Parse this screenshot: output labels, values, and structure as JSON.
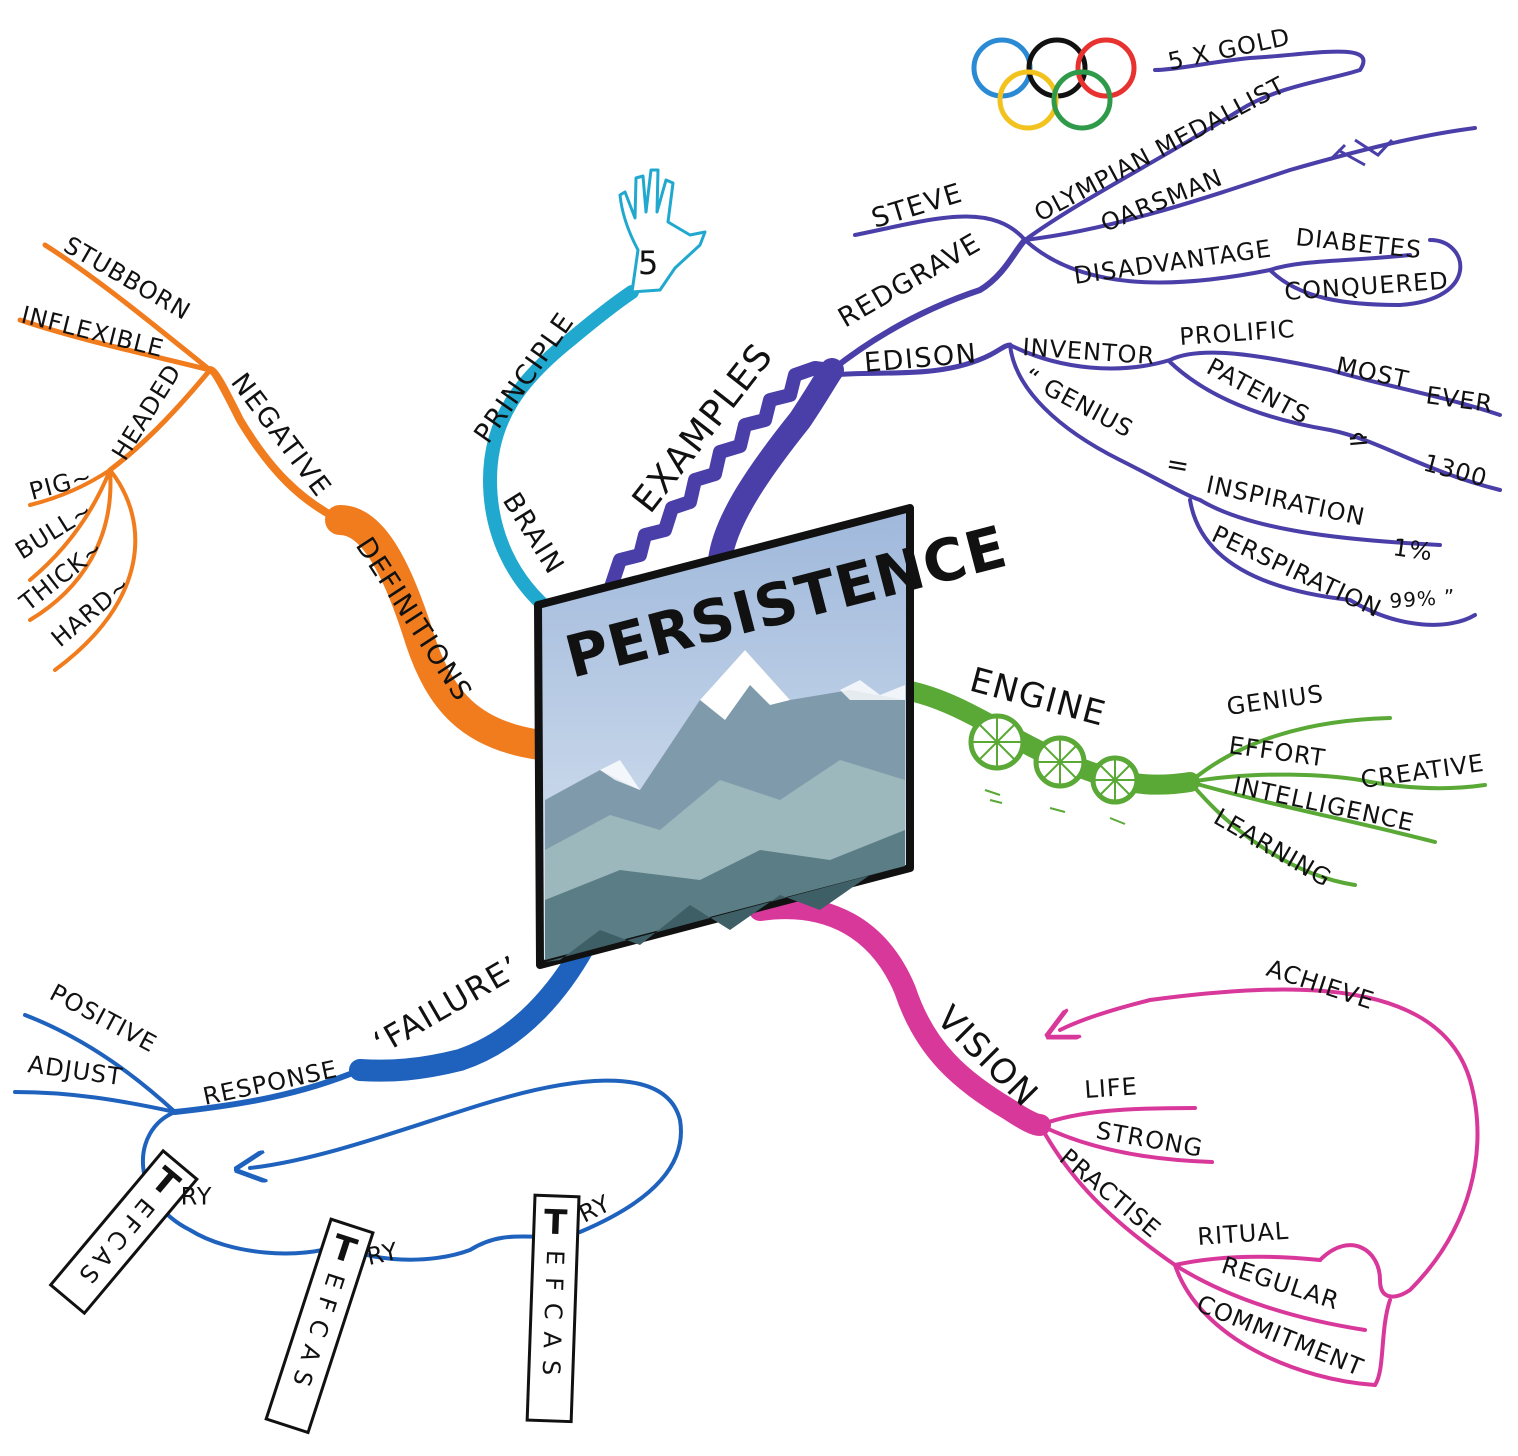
{
  "center": {
    "title": "PERSISTENCE"
  },
  "colors": {
    "orange": "#f07c1e",
    "cyan": "#21a8cf",
    "purple": "#4a3fa8",
    "green": "#5aa937",
    "magenta": "#d9389b",
    "blue": "#1f62bd"
  },
  "branches": {
    "definitions": {
      "label": "DEFINITIONS",
      "negative": "NEGATIVE",
      "stubborn": "STUBBORN",
      "inflexible": "INFLEXIBLE",
      "headed": "HEADED",
      "pig": "PIG~",
      "bull": "BULL~",
      "thick": "THICK~",
      "hard": "HARD~"
    },
    "brain": {
      "label": "BRAIN",
      "principle": "PRINCIPLE",
      "hand_number": "5",
      "hand_icon": "hand-icon"
    },
    "examples": {
      "label": "EXAMPLES",
      "redgrave": "REDGRAVE",
      "steve": "STEVE",
      "olympian_medallist": "OLYMPIAN MEDALLIST",
      "five_gold": "5 X GOLD",
      "oarsman": "OARSMAN",
      "disadvantage": "DISADVANTAGE",
      "diabetes": "DIABETES",
      "conquered": "CONQUERED",
      "edison": "EDISON",
      "inventor": "INVENTOR",
      "prolific": "PROLIFIC",
      "most": "MOST",
      "ever": "EVER",
      "patents": "PATENTS",
      "approx": "≏",
      "count_1300": "1300",
      "quote_genius": "“ GENIUS",
      "equals": "=",
      "inspiration": "INSPIRATION",
      "pct_1": "1%",
      "perspiration": "PERSPIRATION",
      "pct_99": "99% ”",
      "olympic_rings_icon": "olympic-rings-icon",
      "rowing_icon": "rowing-boat-icon"
    },
    "engine": {
      "label": "ENGINE",
      "genius": "GENIUS",
      "effort": "EFFORT",
      "creative": "CREATIVE",
      "intelligence": "INTELLIGENCE",
      "learning": "LEARNING",
      "wheels_icon": "engine-wheels-icon"
    },
    "vision": {
      "label": "VISION",
      "life": "LIFE",
      "strong": "STRONG",
      "practise": "PRACTISE",
      "ritual": "RITUAL",
      "regular": "REGULAR",
      "commitment": "COMMITMENT",
      "achieve": "ACHIEVE"
    },
    "failure": {
      "label": "‘FAILURE’",
      "response": "RESPONSE",
      "positive": "POSITIVE",
      "adjust": "ADJUST",
      "try_t": "T",
      "try_ry": "RY",
      "try_letters": "EFCAS"
    }
  }
}
